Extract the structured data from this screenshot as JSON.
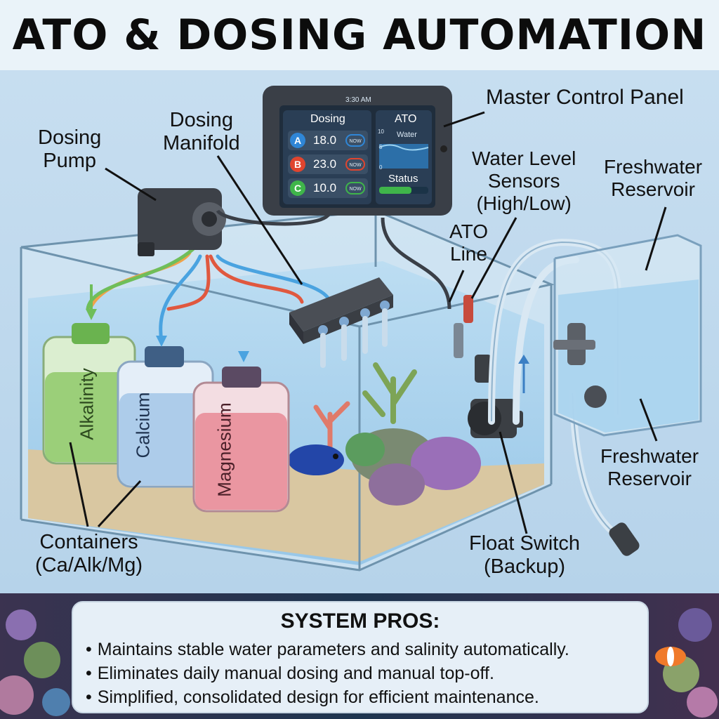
{
  "title": "ATO & DOSING AUTOMATION",
  "labels": {
    "master_control_panel": "Master Control Panel",
    "dosing_pump": [
      "Dosing",
      "Pump"
    ],
    "dosing_manifold": [
      "Dosing",
      "Manifold"
    ],
    "water_level_sensors": [
      "Water Level",
      "Sensors",
      "(High/Low)"
    ],
    "ato_line": [
      "ATO",
      "Line"
    ],
    "freshwater_reservoir_top": [
      "Freshwater",
      "Reservoir"
    ],
    "freshwater_reservoir_bottom": [
      "Freshwater",
      "Reservoir"
    ],
    "containers": [
      "Containers",
      "(Ca/Alk/Mg)"
    ],
    "float_switch": [
      "Float Switch",
      "(Backup)"
    ]
  },
  "containers": [
    "Alkalinity",
    "Calcium",
    "Magnesium"
  ],
  "panel": {
    "time": "3:30 AM",
    "dosing_header": "Dosing",
    "ato_header": "ATO",
    "water_label": "Water",
    "status_label": "Status",
    "axis_top": "10",
    "axis_mid": "5",
    "axis_bottom": "0",
    "channels": [
      {
        "letter": "A",
        "value": "18.0",
        "badge": "NOW",
        "color": "#2f86d6"
      },
      {
        "letter": "B",
        "value": "23.0",
        "badge": "NOW",
        "color": "#e0452f"
      },
      {
        "letter": "C",
        "value": "10.0",
        "badge": "NOW",
        "color": "#3fb54a"
      }
    ]
  },
  "pros": {
    "heading": "SYSTEM PROS:",
    "items": [
      "Maintains stable water parameters and salinity automatically.",
      "Eliminates daily manual dosing and manual top-off.",
      "Simplified, consolidated design for efficient maintenance."
    ]
  },
  "colors": {
    "water": "#a9d3ee",
    "glass": "#dcecf7",
    "alkalinity": "#8fc96a",
    "calcium": "#9fc3e6",
    "magnesium": "#e88a95",
    "panel_bg": "#3a3f47"
  }
}
